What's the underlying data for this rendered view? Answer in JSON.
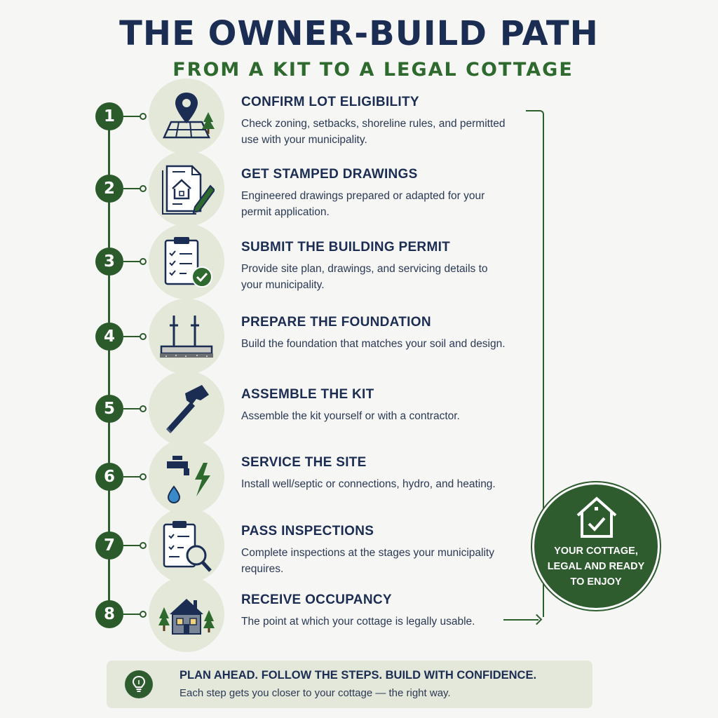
{
  "title": "THE OWNER-BUILD PATH",
  "subtitle": "FROM A KIT TO A LEGAL COTTAGE",
  "colors": {
    "navy": "#1b2d52",
    "green": "#2e5c2f",
    "icon_bg": "#e3e8d9"
  },
  "steps": [
    {
      "number": "1",
      "icon": "map-pin-icon",
      "title": "CONFIRM LOT ELIGIBILITY",
      "description": "Check zoning, setbacks, shoreline rules, and permitted use with your municipality."
    },
    {
      "number": "2",
      "icon": "drawing-pencil-icon",
      "title": "GET STAMPED DRAWINGS",
      "description": "Engineered drawings prepared or adapted for your permit application."
    },
    {
      "number": "3",
      "icon": "clipboard-check-icon",
      "title": "SUBMIT THE BUILDING PERMIT",
      "description": "Provide site plan, drawings, and servicing details to your municipality."
    },
    {
      "number": "4",
      "icon": "foundation-icon",
      "title": "PREPARE THE FOUNDATION",
      "description": "Build the foundation that matches your soil and design."
    },
    {
      "number": "5",
      "icon": "hammer-icon",
      "title": "ASSEMBLE THE KIT",
      "description": "Assemble the kit yourself or with a contractor."
    },
    {
      "number": "6",
      "icon": "faucet-lightning-icon",
      "title": "SERVICE THE SITE",
      "description": "Install well/septic or connections, hydro, and heating."
    },
    {
      "number": "7",
      "icon": "clipboard-magnifier-icon",
      "title": "PASS INSPECTIONS",
      "description": "Complete inspections at the stages your municipality requires."
    },
    {
      "number": "8",
      "icon": "cottage-icon",
      "title": "RECEIVE OCCUPANCY",
      "description": "The point at which your cottage is legally usable."
    }
  ],
  "badge": {
    "icon": "house-check-icon",
    "text": "YOUR COTTAGE, LEGAL AND READY TO ENJOY"
  },
  "footer": {
    "icon": "lightbulb-icon",
    "title": "PLAN AHEAD. FOLLOW THE STEPS. BUILD WITH CONFIDENCE.",
    "subtitle": "Each step gets you closer to your cottage — the right way."
  }
}
